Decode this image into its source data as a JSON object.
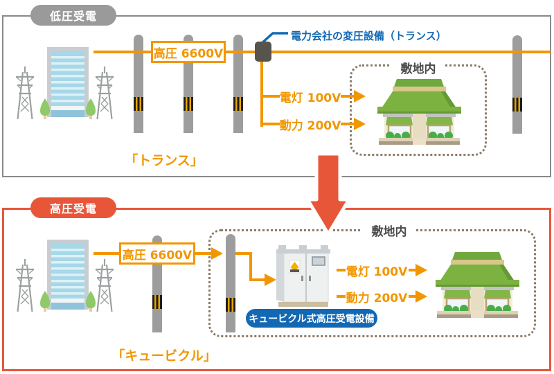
{
  "colors": {
    "orange": "#F29600",
    "red": "#E8563A",
    "blue": "#1268B3",
    "badge_gray": "#9A9A9A",
    "panel_border_gray": "#8A8A8A",
    "dashed_border_brown": "#8A7A68",
    "dark_text": "#4A4A4A"
  },
  "low_voltage_section": {
    "badge": "低圧受電",
    "line_voltage_label": "高圧 6600V",
    "transformer_note": "電力会社の変圧設備（トランス）",
    "premises_label": "敷地内",
    "lighting_voltage_label": "電灯 100V",
    "power_voltage_label": "動力 200V",
    "caption": "「トランス」"
  },
  "high_voltage_section": {
    "badge": "高圧受電",
    "line_voltage_label": "高圧 6600V",
    "premises_label": "敷地内",
    "cubicle_badge": "キュービクル式高圧受電設備",
    "lighting_voltage_label": "電灯 100V",
    "power_voltage_label": "動力 200V",
    "caption": "「キュービクル」"
  }
}
